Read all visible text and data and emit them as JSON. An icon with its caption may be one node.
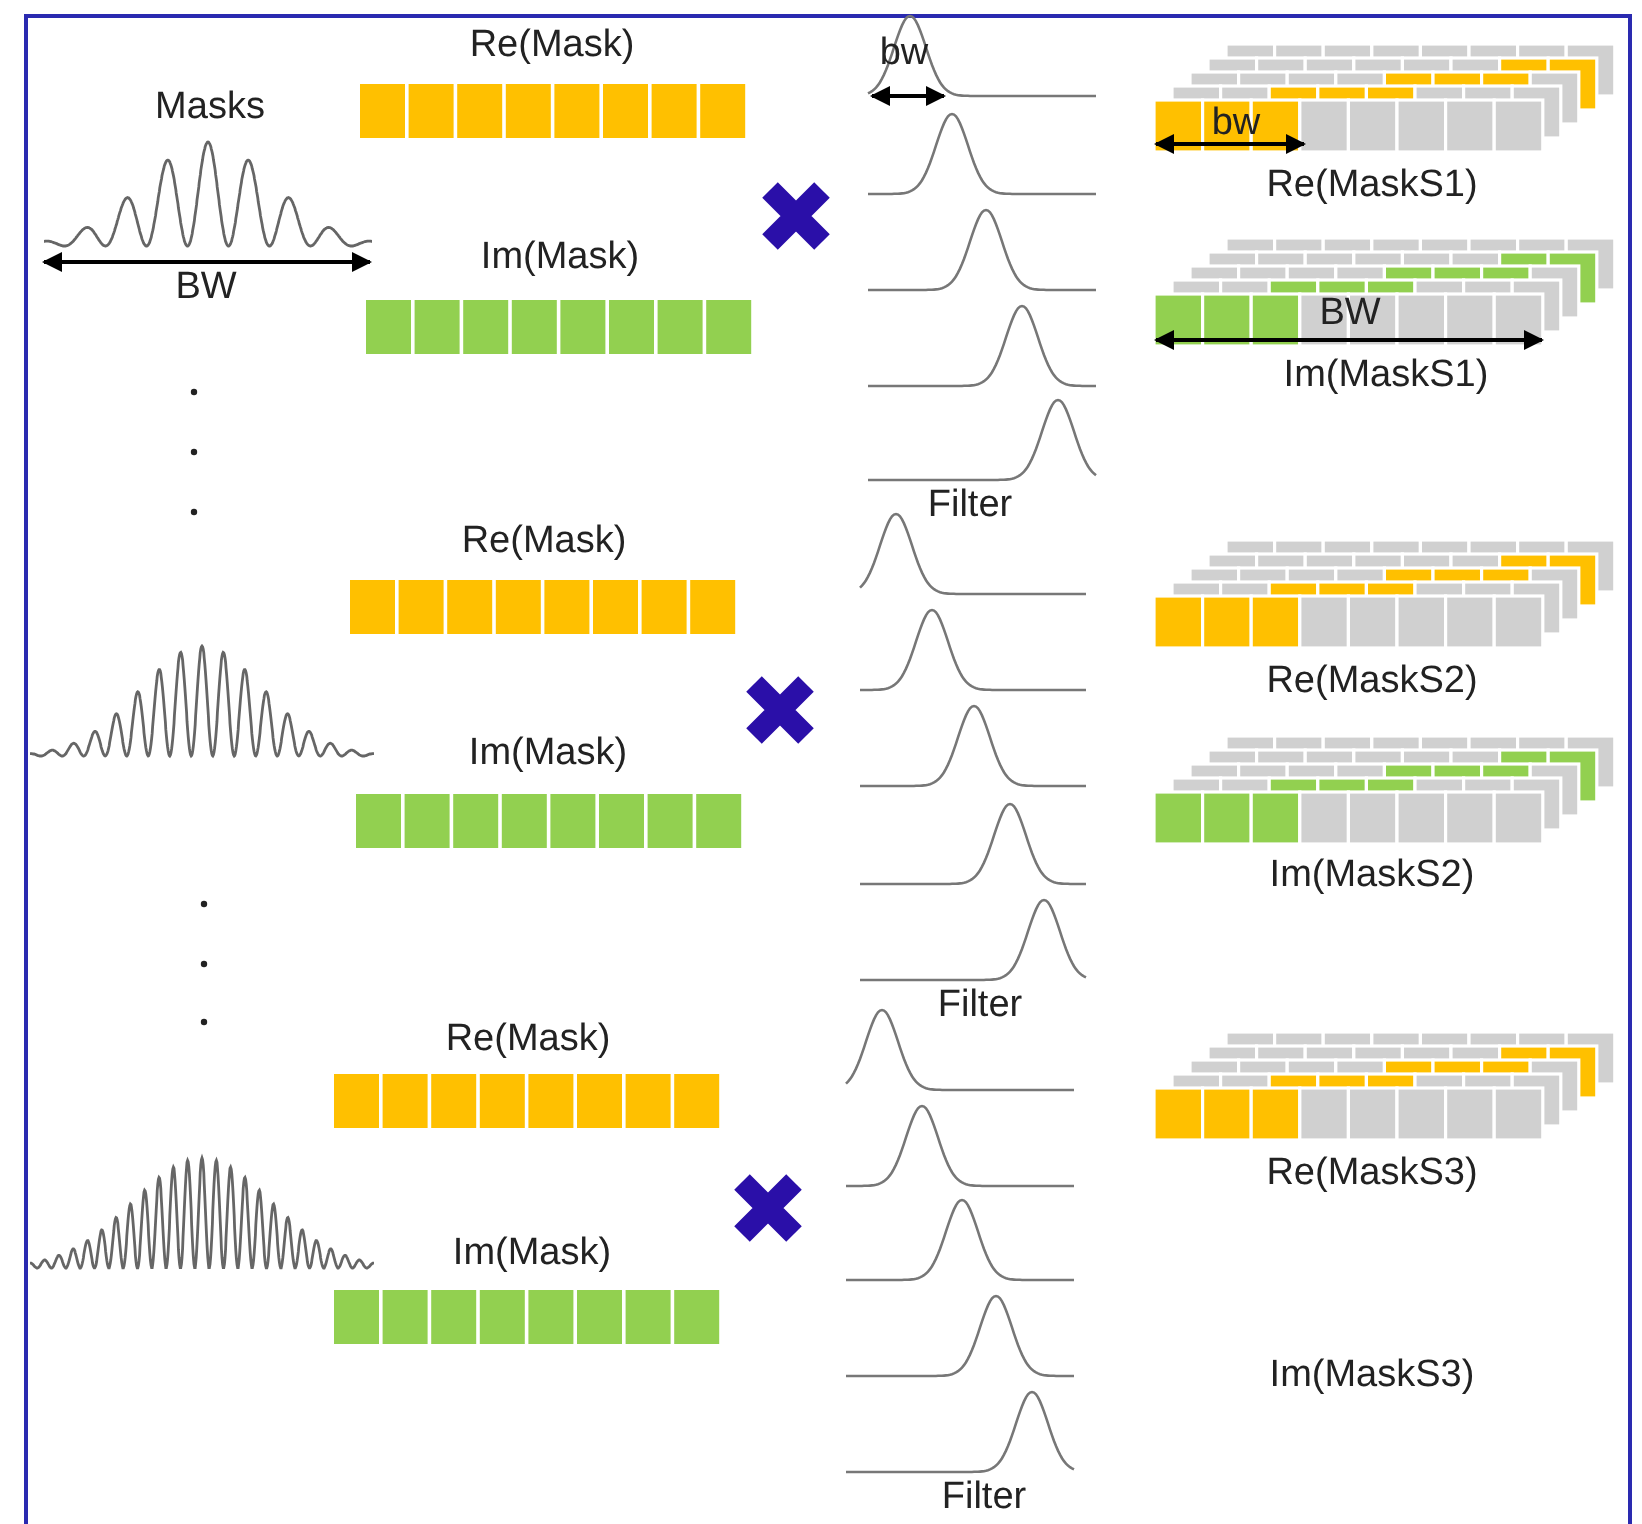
{
  "diagram": {
    "labels": [
      "Masks",
      "BW",
      "Re(Mask)",
      "Im(Mask)",
      "bw",
      "Filter",
      "bw",
      "Re(MaskS1)",
      "BW",
      "Im(MaskS1)",
      "Re(Mask)",
      "Im(Mask)",
      "Filter",
      "Re(MaskS2)",
      "Im(MaskS2)",
      "Re(Mask)",
      "Im(Mask)",
      "Filter",
      "Re(MaskS3)",
      "Im(MaskS3)"
    ]
  }
}
